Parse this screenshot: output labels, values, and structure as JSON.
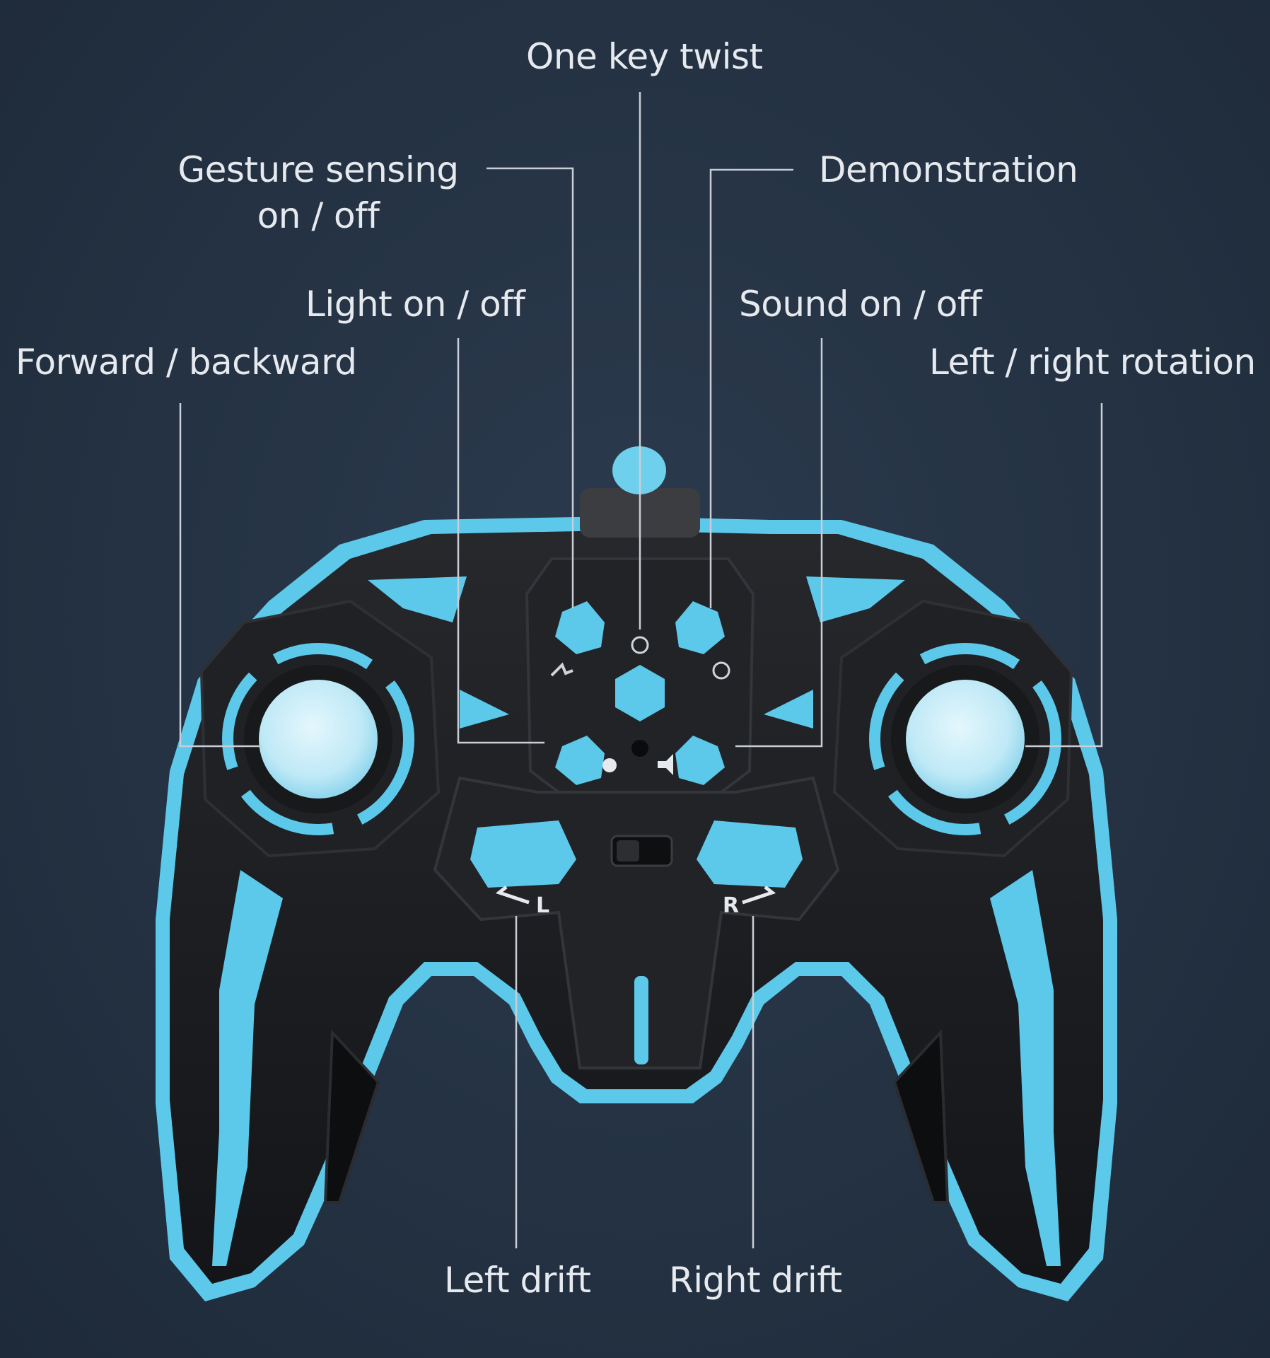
{
  "labels": {
    "one_key_twist": "One key twist",
    "gesture_sensing_line1": "Gesture sensing",
    "gesture_sensing_line2": "on / off",
    "demonstration": "Demonstration",
    "light_on_off": "Light on / off",
    "sound_on_off": "Sound on / off",
    "forward_backward": "Forward / backward",
    "left_right_rotation": "Left / right rotation",
    "left_drift": "Left drift",
    "right_drift": "Right drift"
  },
  "controller": {
    "button_marks": {
      "left_drift": "L",
      "right_drift": "R"
    }
  },
  "colors": {
    "background": "#243243",
    "accent": "#5cc8ea",
    "controller_body": "#1b1d20",
    "leader_line": "#c9ced6",
    "label_text": "#e6e9ee"
  }
}
